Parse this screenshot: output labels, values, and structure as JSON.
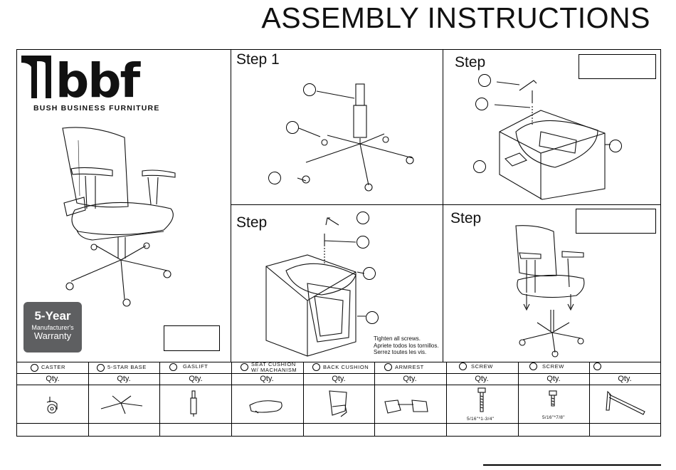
{
  "title": "ASSEMBLY INSTRUCTIONS",
  "brand": {
    "logo_text": "bbf",
    "name": "BUSH BUSINESS FURNITURE"
  },
  "warranty": {
    "line1": "5-Year",
    "line2": "Manufacturer's",
    "line3": "Warranty"
  },
  "steps": [
    {
      "label": "Step 1"
    },
    {
      "label": "Step"
    },
    {
      "label": "Step"
    },
    {
      "label": "Step"
    }
  ],
  "tighten_note": {
    "en": "Tighten all screws.",
    "es": "Apriete todos los tornillos.",
    "fr": "Serrez toutes les vis."
  },
  "parts": [
    {
      "name": "CASTER",
      "qty": "Qty.",
      "icon": "caster-icon"
    },
    {
      "name": "5-STAR BASE",
      "qty": "Qty.",
      "icon": "star-base-icon"
    },
    {
      "name": "GASLIFT",
      "qty": "Qty.",
      "icon": "gaslift-icon"
    },
    {
      "name": "SEAT CUSHION W/ MACHANISM",
      "name1": "SEAT CUSHION",
      "name2": "W/ MACHANISM",
      "qty": "Qty.",
      "icon": "seat-cushion-icon"
    },
    {
      "name": "BACK CUSHION",
      "qty": "Qty.",
      "icon": "back-cushion-icon"
    },
    {
      "name": "ARMREST",
      "qty": "Qty.",
      "icon": "armrest-icon"
    },
    {
      "name": "SCREW",
      "qty": "Qty.",
      "icon": "long-screw-icon",
      "size": "5/16\"*1-3/4\""
    },
    {
      "name": "SCREW",
      "qty": "Qty.",
      "icon": "short-screw-icon",
      "size": "5/16\"*7/8\""
    },
    {
      "name": "",
      "qty": "Qty.",
      "icon": "allen-wrench-icon"
    }
  ]
}
